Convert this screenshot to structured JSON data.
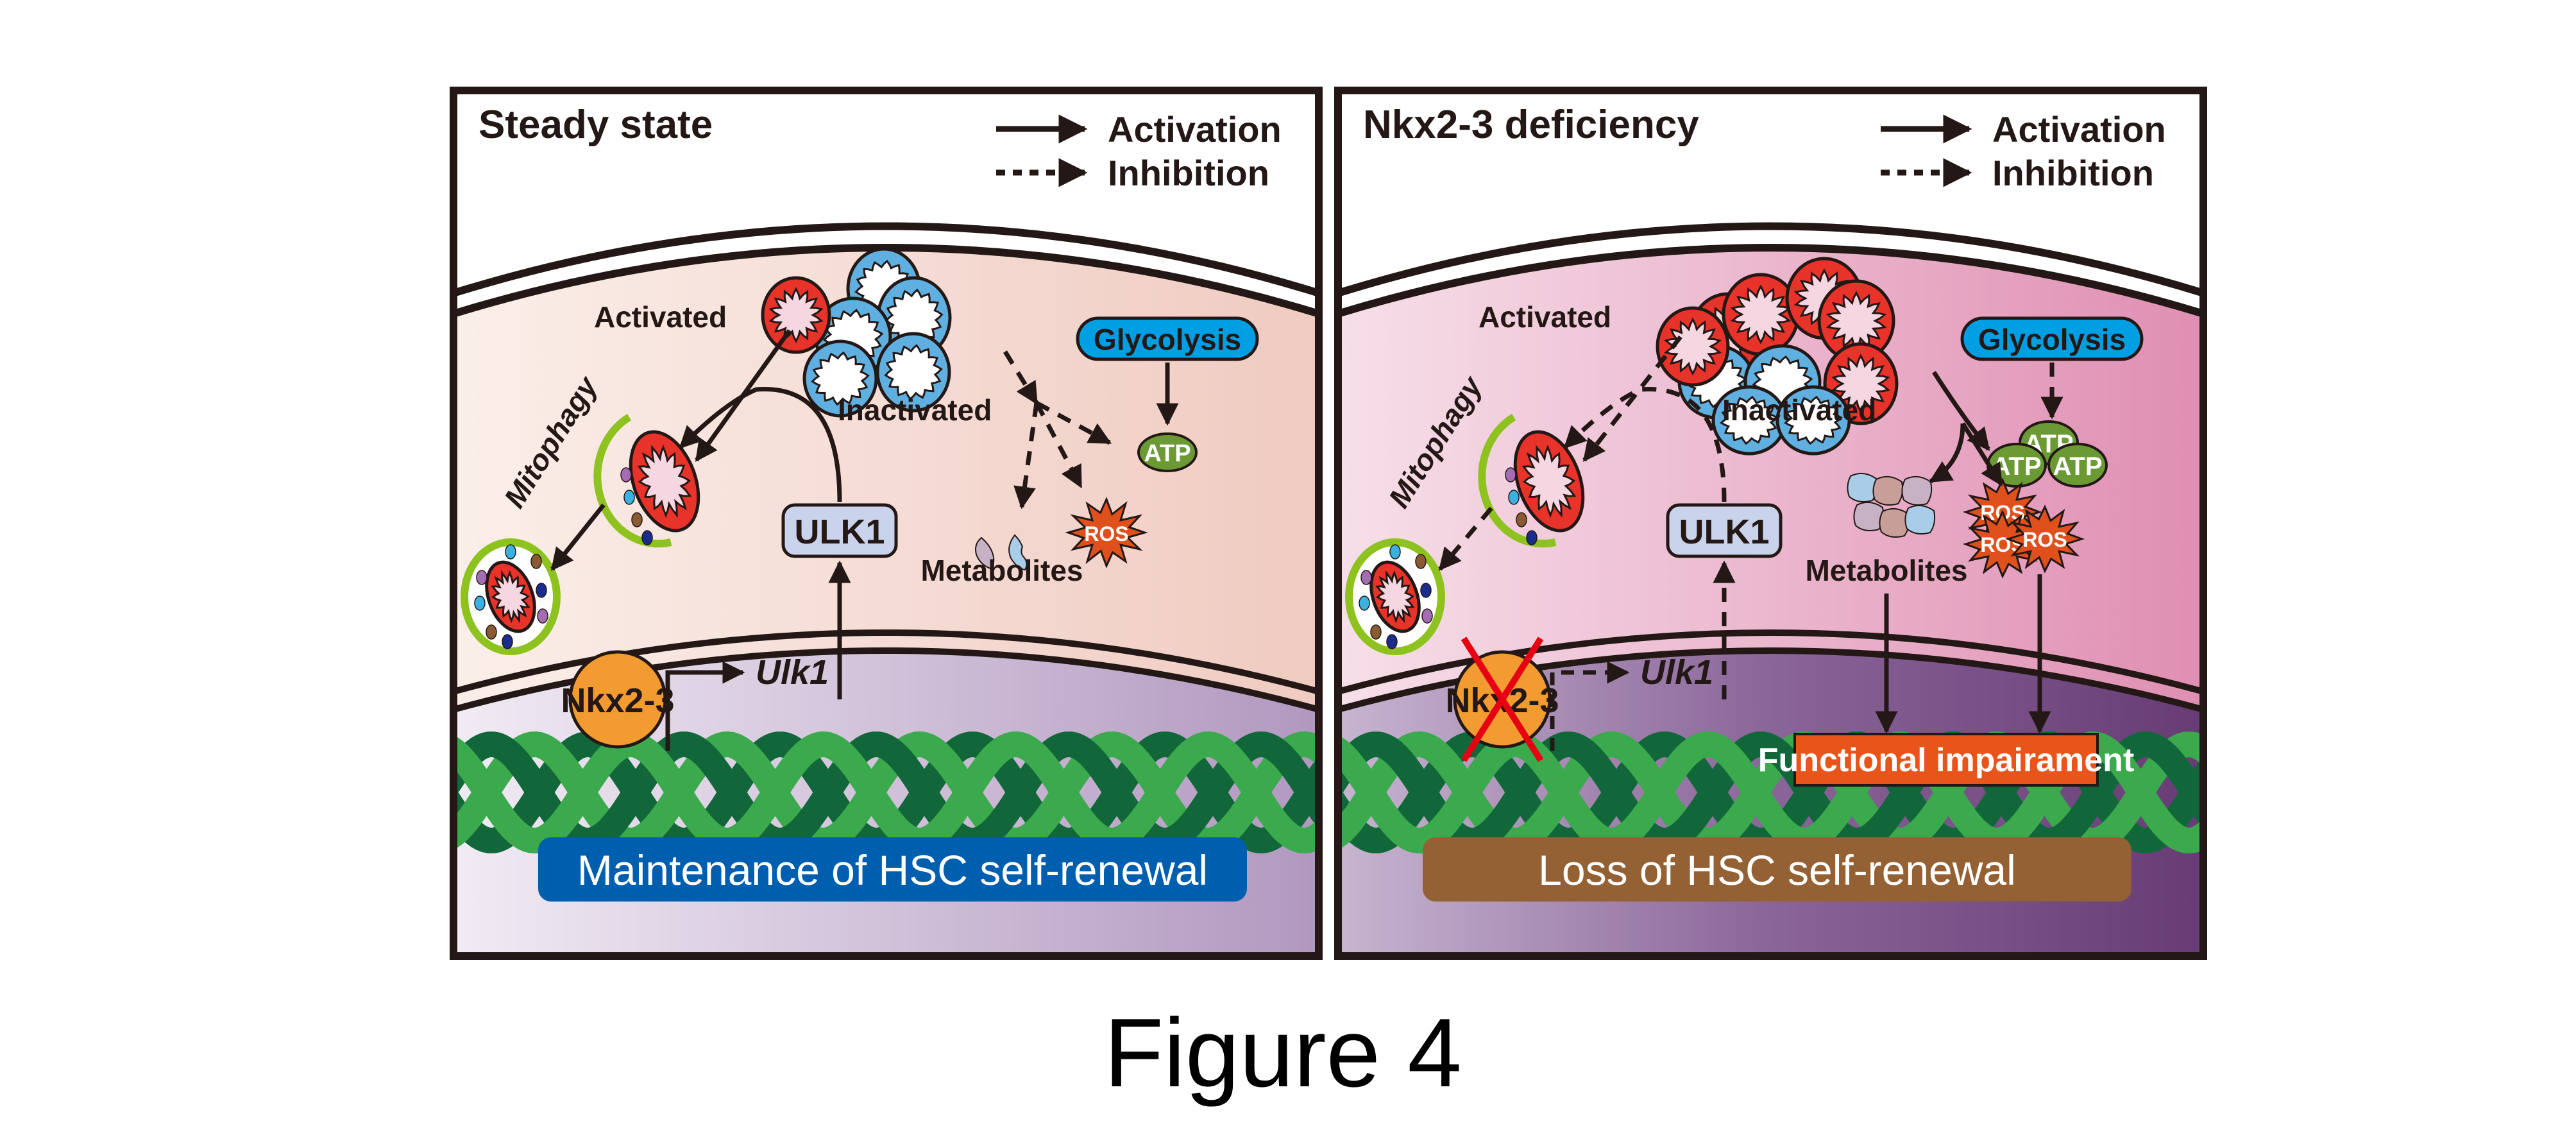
{
  "figure_caption": "Figure 4",
  "legend": {
    "activation": "Activation",
    "inhibition": "Inhibition"
  },
  "colors": {
    "mito_active": "#e8332a",
    "mito_active_inner": "#f6d6e1",
    "mito_inactive": "#5fb0e0",
    "glycolysis": "#009fe3",
    "atp": "#6b9a35",
    "ros": "#e0501c",
    "ulk1": "#c9d3ec",
    "nkx": "#f29b30",
    "dna_dark": "#12673a",
    "dna_light": "#3aaa4d",
    "autophagosome": "#8dc21f",
    "banner_blue": "#005eae",
    "banner_brown": "#946134",
    "impairment": "#e8541a",
    "cross": "#e60012"
  },
  "panels": [
    {
      "id": "steady",
      "title": "Steady state",
      "activated_label": "Activated",
      "inactivated_label": "Inactivated",
      "glycolysis_label": "Glycolysis",
      "atp_labels": [
        "ATP"
      ],
      "ros_labels": [
        "ROS"
      ],
      "metabolites_label": "Metabolites",
      "mitophagy_label": "Mitophagy",
      "ulk1_protein": "ULK1",
      "nkx_label": "Nkx2-3",
      "ulk1_gene": "Ulk1",
      "outcome": "Maintenance of HSC self-renewal",
      "nkx_deleted": false
    },
    {
      "id": "deficiency",
      "title": "Nkx2-3 deficiency",
      "activated_label": "Activated",
      "inactivated_label": "Inactivated",
      "glycolysis_label": "Glycolysis",
      "atp_labels": [
        "ATP",
        "ATP",
        "ATP"
      ],
      "ros_labels": [
        "ROS",
        "ROS",
        "ROS"
      ],
      "metabolites_label": "Metabolites",
      "mitophagy_label": "Mitophagy",
      "ulk1_protein": "ULK1",
      "nkx_label": "Nkx2-3",
      "ulk1_gene": "Ulk1",
      "impairment_label": "Functional impairament",
      "outcome": "Loss of HSC self-renewal",
      "nkx_deleted": true
    }
  ]
}
